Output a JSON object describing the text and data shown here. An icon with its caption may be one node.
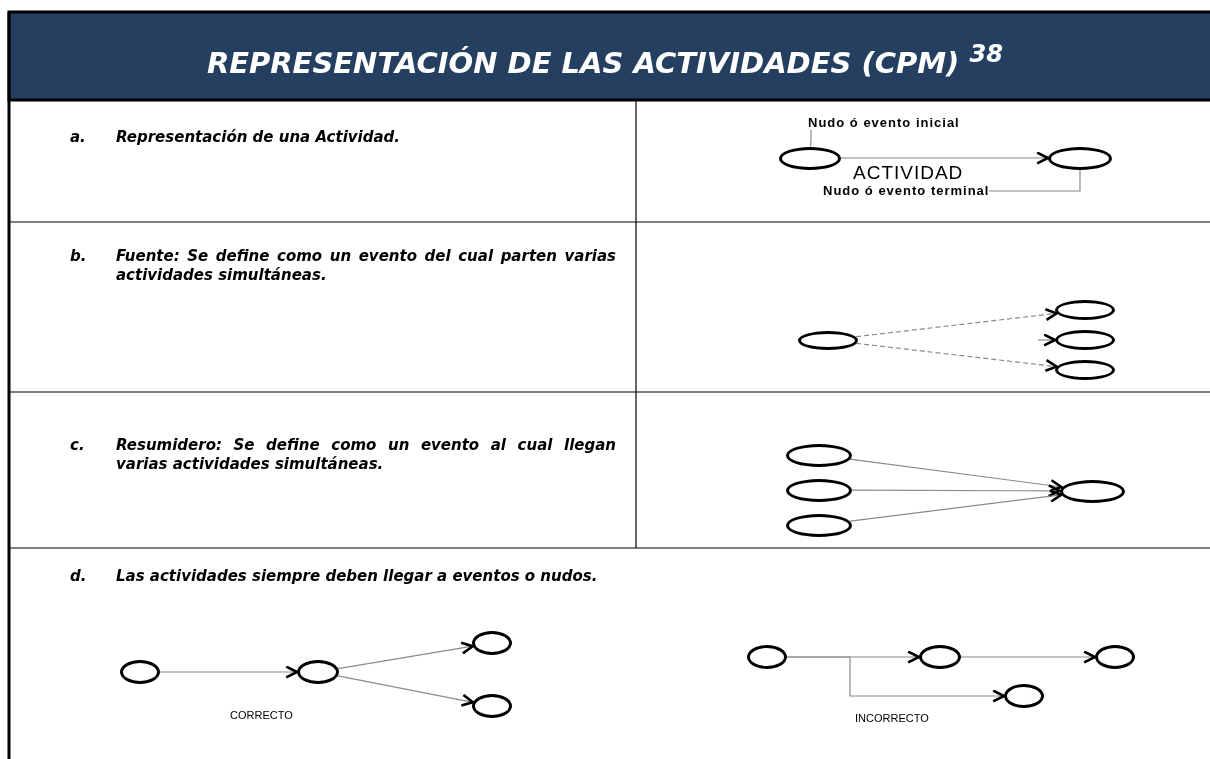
{
  "diagram": {
    "title": "REPRESENTACIÓN DE LAS ACTIVIDADES (CPM) $^{38}$",
    "nodes": [
      {
        "text": [
          "Nudo ó evento inicial"
        ]
      },
      {
        "text": [],
        "shape": "circle"
      },
      {
        "text": [],
        "shape": "circle"
      },
      {
        "text": [
          "Nudo ó evento terminal"
        ]
      },
      {
        "text": [],
        "shape": "circle"
      },
      {
        "text": [],
        "shape": "circle"
      },
      {
        "text": [],
        "shape": "circle"
      },
      {
        "text": [],
        "shape": "circle"
      },
      {
        "text": [],
        "shape": "circle"
      },
      {
        "text": [],
        "shape": "circle"
      },
      {
        "text": [],
        "shape": "circle"
      },
      {
        "text": [],
        "shape": "circle"
      },
      {
        "text": [],
        "shape": "circle"
      },
      {
        "text": [],
        "shape": "circle"
      },
      {
        "text": [],
        "shape": "circle"
      },
      {
        "text": [],
        "shape": "circle"
      },
      {
        "text": [],
        "shape": "circle"
      },
      {
        "text": [],
        "shape": "circle"
      },
      {
        "text": [],
        "shape": "circle"
      },
      {
        "text": [],
        "shape": "circle"
      }
    ],
    "edges": [
      {
        "from": 0,
        "to": 1,
        "arrow": "none"
      },
      {
        "from": 1,
        "to": 2,
        "arrow": "to",
        "label": "ACTIVIDAD"
      },
      {
        "from": 3,
        "to": 2,
        "arrow": "none"
      },
      {
        "from": 4,
        "to": 5,
        "arrow": "to",
        "style": "dashed"
      },
      {
        "from": null,
        "to": 6,
        "arrow": "to"
      },
      {
        "from": 4,
        "to": 7,
        "arrow": "to",
        "style": "dashed"
      },
      {
        "from": 8,
        "to": 11,
        "arrow": "to"
      },
      {
        "from": 9,
        "to": 11,
        "arrow": "to"
      },
      {
        "from": 10,
        "to": 11,
        "arrow": "to"
      },
      {
        "from": 12,
        "to": 13,
        "arrow": "to"
      },
      {
        "from": 13,
        "to": 14,
        "arrow": "to"
      },
      {
        "from": 13,
        "to": 15,
        "arrow": "to"
      },
      {
        "from": 16,
        "to": 17,
        "arrow": "to"
      },
      {
        "from": 17,
        "to": 18,
        "arrow": "to"
      },
      {
        "from": 16,
        "to": 19,
        "arrow": "to"
      }
    ],
    "labels": [
      "a. Representación de una Actividad.",
      "b. Fuente: Se define como un evento del cual parten varias actividades simultáneas.",
      "c. Resumidero: Se define como un evento al cual llegan varias actividades simultáneas.",
      "d. Las actividades siempre deben llegar a eventos o nudos.",
      "CORRECTO",
      "INCORRECTO"
    ]
  }
}
